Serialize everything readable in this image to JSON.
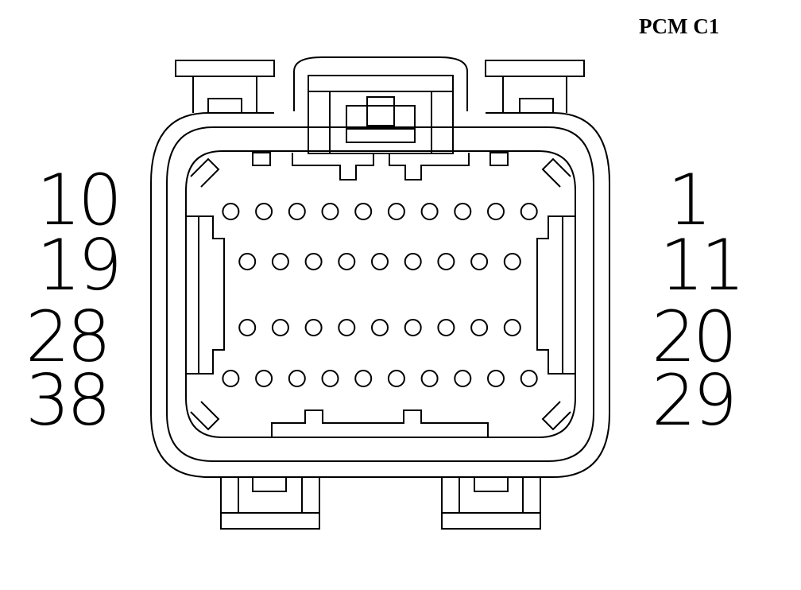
{
  "title": "PCM C1",
  "labels": {
    "left": [
      "10",
      "19",
      "28",
      "38"
    ],
    "right": [
      "1",
      "11",
      "20",
      "29"
    ]
  },
  "pin_rows": [
    {
      "row": 1,
      "count": 10
    },
    {
      "row": 2,
      "count": 9
    },
    {
      "row": 3,
      "count": 9
    },
    {
      "row": 4,
      "count": 10
    }
  ]
}
